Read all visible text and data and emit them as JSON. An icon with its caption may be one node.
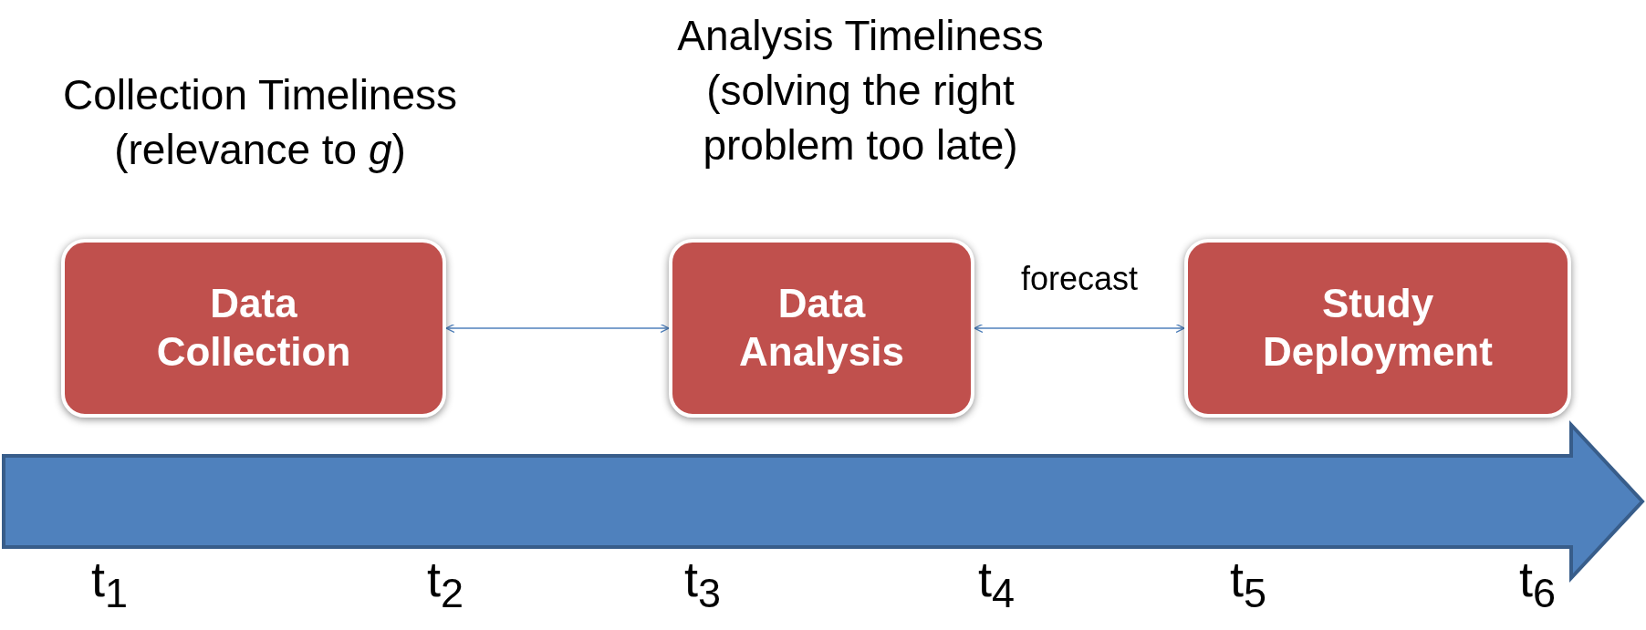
{
  "diagram": {
    "nodes": [
      {
        "text": [
          "Data Collection"
        ]
      },
      {
        "text": [
          "Data Analysis"
        ]
      },
      {
        "text": [
          "Study Deployment"
        ]
      }
    ],
    "edges": [
      {
        "from": 0,
        "to": 1,
        "arrow": "both"
      },
      {
        "from": 1,
        "to": 2,
        "arrow": "both",
        "label": "forecast"
      }
    ],
    "labels": [
      "Analysis Timeliness (solving the right problem too late)",
      "Collection Timeliness (relevance to *g*)",
      "t$_{1}$",
      "t$_{2}$",
      "t$_{3}$",
      "t$_{4}$",
      "t$_{5}$",
      "t$_{6}$"
    ]
  }
}
